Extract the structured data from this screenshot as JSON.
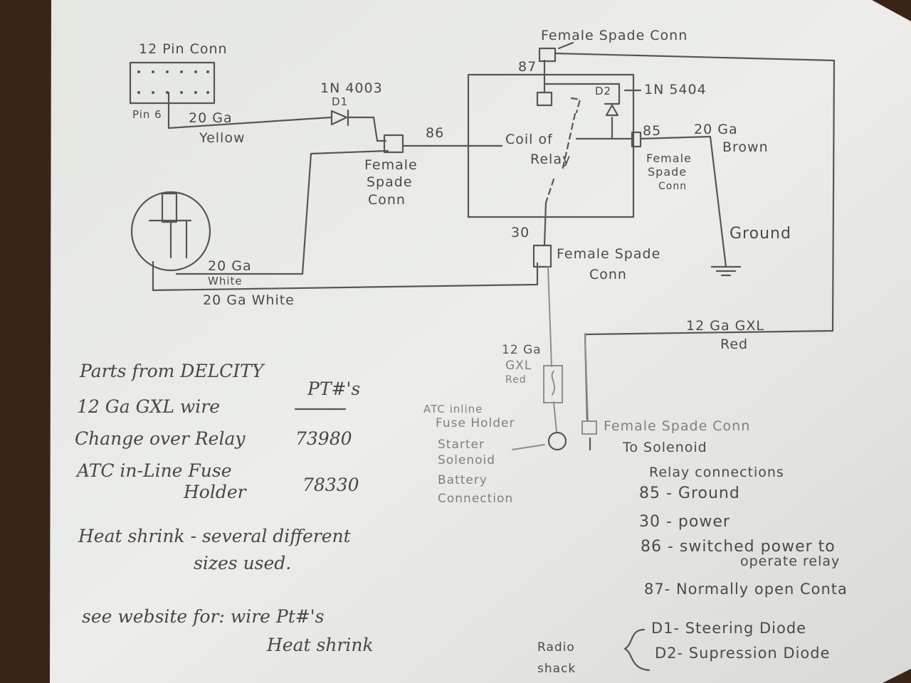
{
  "connector": {
    "title": "12 Pin Conn",
    "pin": "Pin 6"
  },
  "diode1": {
    "part": "1N 4003",
    "ref": "D1"
  },
  "yellow_wire": {
    "gauge": "20 Ga",
    "color": "Yellow"
  },
  "spade_86": {
    "lines": [
      "Female",
      "Spade",
      "Conn"
    ],
    "pin": "86"
  },
  "relay": {
    "coil_line1": "Coil of",
    "coil_line2": "Relay"
  },
  "spade_87": {
    "label": "Female Spade Conn",
    "pin": "87"
  },
  "diode2": {
    "ref": "D2",
    "part": "1N 5404"
  },
  "spade_85": {
    "pin": "85",
    "lines": [
      "Female",
      "Spade",
      "Conn"
    ]
  },
  "brown_wire": {
    "gauge": "20 Ga",
    "color": "Brown"
  },
  "ground": {
    "label": "Ground"
  },
  "spade_30": {
    "pin": "30",
    "line1": "Female Spade",
    "line2": "Conn"
  },
  "white_wire1": {
    "gauge": "20 Ga",
    "color": "White"
  },
  "white_wire2": {
    "label": "20 Ga White"
  },
  "red_wire_top": {
    "gauge": "12 Ga GXL",
    "color": "Red"
  },
  "red_wire_side": {
    "lines": [
      "12 Ga",
      "GXL",
      "Red"
    ]
  },
  "fuse": {
    "line1": "ATC inline",
    "line2": "Fuse Holder"
  },
  "starter": {
    "lines": [
      "Starter",
      "Solenoid",
      "Battery",
      "Connection"
    ]
  },
  "solenoid_spade": {
    "line1": "Female Spade Conn",
    "line2": "To Solenoid"
  },
  "parts": {
    "title": "Parts from DELCITY",
    "header": "PT#'s",
    "rows": [
      {
        "name": "12 Ga GXL wire",
        "pn": ""
      },
      {
        "name": "Change over Relay",
        "pn": "73980"
      },
      {
        "name": "ATC in-Line Fuse",
        "pn": ""
      },
      {
        "name": "Holder",
        "pn": "78330"
      }
    ],
    "heat1": "Heat shrink - several different",
    "heat2": "sizes used.",
    "web1": "see website for: wire Pt#'s",
    "web2": "Heat shrink"
  },
  "relay_connections": {
    "title": "Relay connections",
    "items": [
      "85 - Ground",
      "30 - power",
      "86 - switched power to",
      "operate relay",
      "87- Normally open Conta"
    ]
  },
  "diodes": {
    "source_line1": "Radio",
    "source_line2": "shack",
    "d1": "D1- Steering Diode",
    "d2": "D2- Supression Diode"
  }
}
